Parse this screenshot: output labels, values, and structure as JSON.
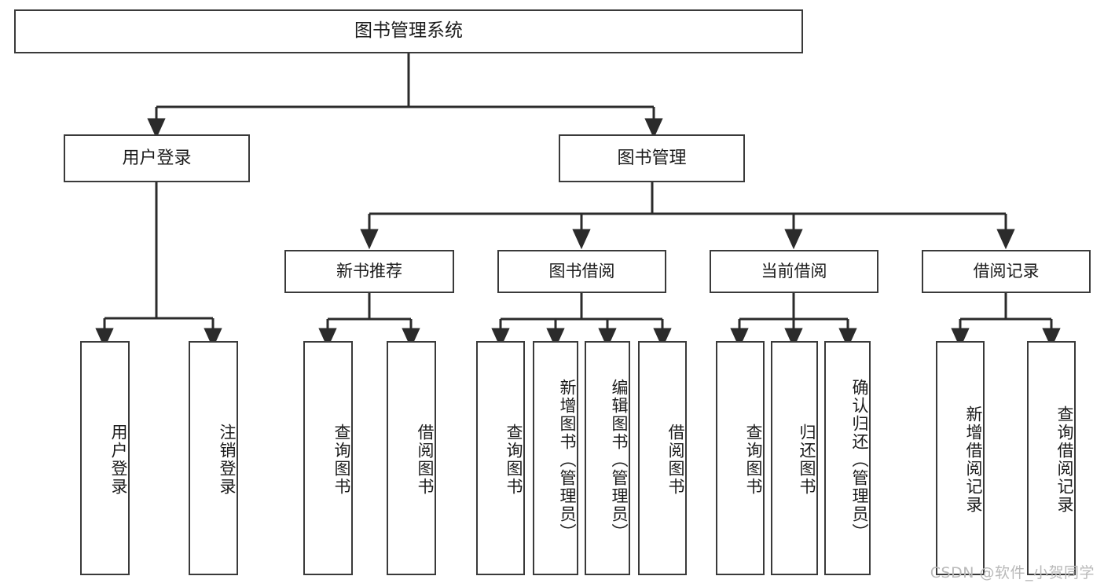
{
  "diagram": {
    "title": "图书管理系统",
    "watermark": "CSDN @软件_小贺同学",
    "colors": {
      "box_border": "#3a3a3a",
      "box_fill": "#ffffff",
      "connector": "#2b2b2b",
      "text": "#1b1b1b",
      "watermark": "#b9b9b9",
      "background": "#ffffff"
    },
    "root": {
      "label": "图书管理系统"
    },
    "level1": [
      {
        "label": "用户登录"
      },
      {
        "label": "图书管理"
      }
    ],
    "level2": [
      {
        "label": "新书推荐"
      },
      {
        "label": "图书借阅"
      },
      {
        "label": "当前借阅"
      },
      {
        "label": "借阅记录"
      }
    ],
    "leaves": {
      "user_login": [
        {
          "label": "用户登录"
        },
        {
          "label": "注销登录"
        }
      ],
      "new_book_recommend": [
        {
          "label": "查询图书"
        },
        {
          "label": "借阅图书"
        }
      ],
      "book_borrow": [
        {
          "label": "查询图书"
        },
        {
          "label": "新增图书（管理员）"
        },
        {
          "label": "编辑图书（管理员）"
        },
        {
          "label": "借阅图书"
        }
      ],
      "current_borrow": [
        {
          "label": "查询图书"
        },
        {
          "label": "归还图书"
        },
        {
          "label": "确认归还（管理员）"
        }
      ],
      "borrow_record": [
        {
          "label": "新增借阅记录"
        },
        {
          "label": "查询借阅记录"
        }
      ]
    }
  }
}
